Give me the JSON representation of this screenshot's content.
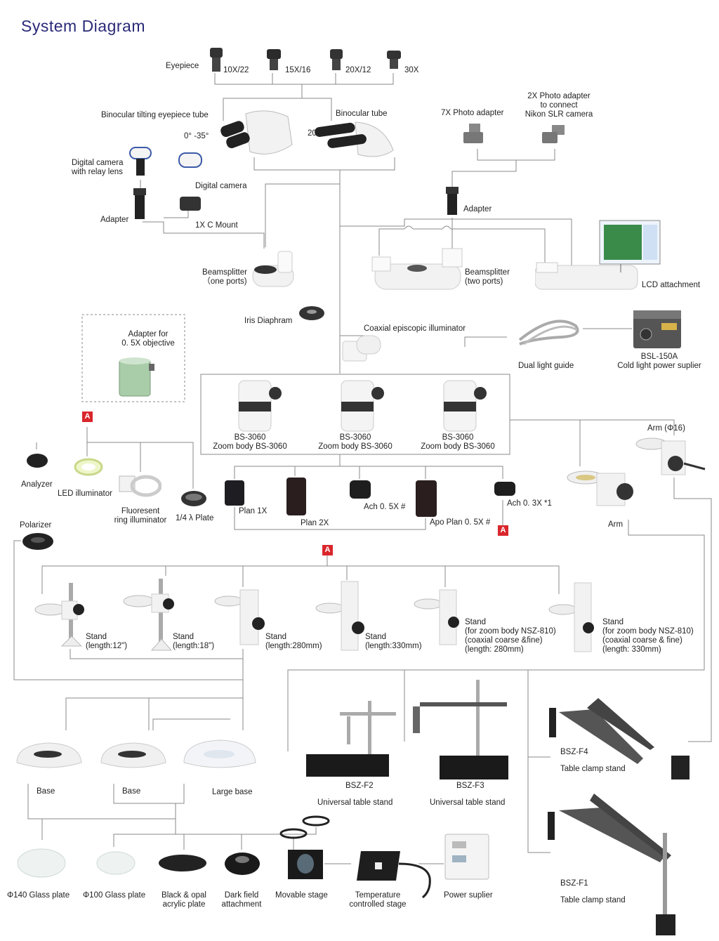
{
  "title": "System Diagram",
  "eyepiece": {
    "label": "Eyepiece",
    "items": [
      "10X/22",
      "15X/16",
      "20X/12",
      "30X"
    ]
  },
  "tubes": {
    "binocular_tilting": "Binocular tilting eyepiece tube",
    "tilt_angle": "0° -35°",
    "binocular": "Binocular tube",
    "binocular_angle": "20 °"
  },
  "photo": {
    "adapter_7x": "7X Photo adapter",
    "adapter_2x": [
      "2X Photo adapter",
      "to connect",
      "Nikon SLR camera"
    ],
    "adapter": "Adapter"
  },
  "camera": {
    "digital_relay": [
      "Digital camera",
      "with relay lens"
    ],
    "digital": "Digital camera",
    "adapter": "Adapter",
    "c_mount": "1X C Mount"
  },
  "beamsplitter": {
    "one": [
      "Beamsplitter",
      "（one ports)"
    ],
    "two": [
      "Beamsplitter",
      "(two ports)"
    ],
    "lcd": "LCD attachment"
  },
  "illumination": {
    "iris": "Iris Diaphram",
    "coaxial": "Coaxial episcopic illuminator",
    "light_guide": "Dual light guide",
    "power_name": "BSL-150A",
    "power_desc": "Cold light power suplier"
  },
  "adapter_05x": [
    "Adapter for",
    "0. 5X objective"
  ],
  "zoom_bodies": [
    {
      "model": "BS-3060",
      "desc": "Zoom body BS-3060"
    },
    {
      "model": "BS-3060",
      "desc": "Zoom body BS-3060"
    },
    {
      "model": "BS-3060",
      "desc": "Zoom body BS-3060"
    }
  ],
  "arms": {
    "arm16": "Arm (Φ16)",
    "arm": "Arm"
  },
  "badge": "A",
  "accessories": {
    "analyzer": "Analyzer",
    "led": "LED illuminator",
    "fluorescent": [
      "Fluoresent",
      "ring illuminator"
    ],
    "quarter_plate": "1/4 λ Plate",
    "polarizer": "Polarizer"
  },
  "objectives": [
    "Plan 1X",
    "Plan 2X",
    "Ach 0. 5X  #",
    "Apo Plan 0. 5X  #",
    "Ach 0. 3X  *1"
  ],
  "stands": [
    [
      "Stand",
      "(length:12\")"
    ],
    [
      "Stand",
      "(length:18\")"
    ],
    [
      "Stand",
      "(length:280mm)"
    ],
    [
      "Stand",
      "(length:330mm)"
    ],
    [
      "Stand",
      "(for zoom body NSZ-810)",
      "(coaxial coarse &fine)",
      "(length: 280mm)"
    ],
    [
      "Stand",
      "(for zoom body NSZ-810)",
      "(coaxial coarse & fine)",
      "(length: 330mm)"
    ]
  ],
  "universal_stands": [
    {
      "model": "BSZ-F2",
      "desc": "Universal table stand"
    },
    {
      "model": "BSZ-F3",
      "desc": "Universal table stand"
    }
  ],
  "clamp_stands": [
    {
      "model": "BSZ-F4",
      "desc": "Table clamp stand"
    },
    {
      "model": "BSZ-F1",
      "desc": "Table clamp stand"
    }
  ],
  "bases": [
    "Base",
    "Base",
    "Large base"
  ],
  "stage_items": [
    "Φ140 Glass plate",
    "Φ100 Glass plate",
    [
      "Black & opal",
      "acrylic plate"
    ],
    [
      "Dark field",
      "attachment"
    ],
    "Movable stage",
    [
      "Temperature",
      "controlled stage"
    ],
    "Power suplier"
  ]
}
